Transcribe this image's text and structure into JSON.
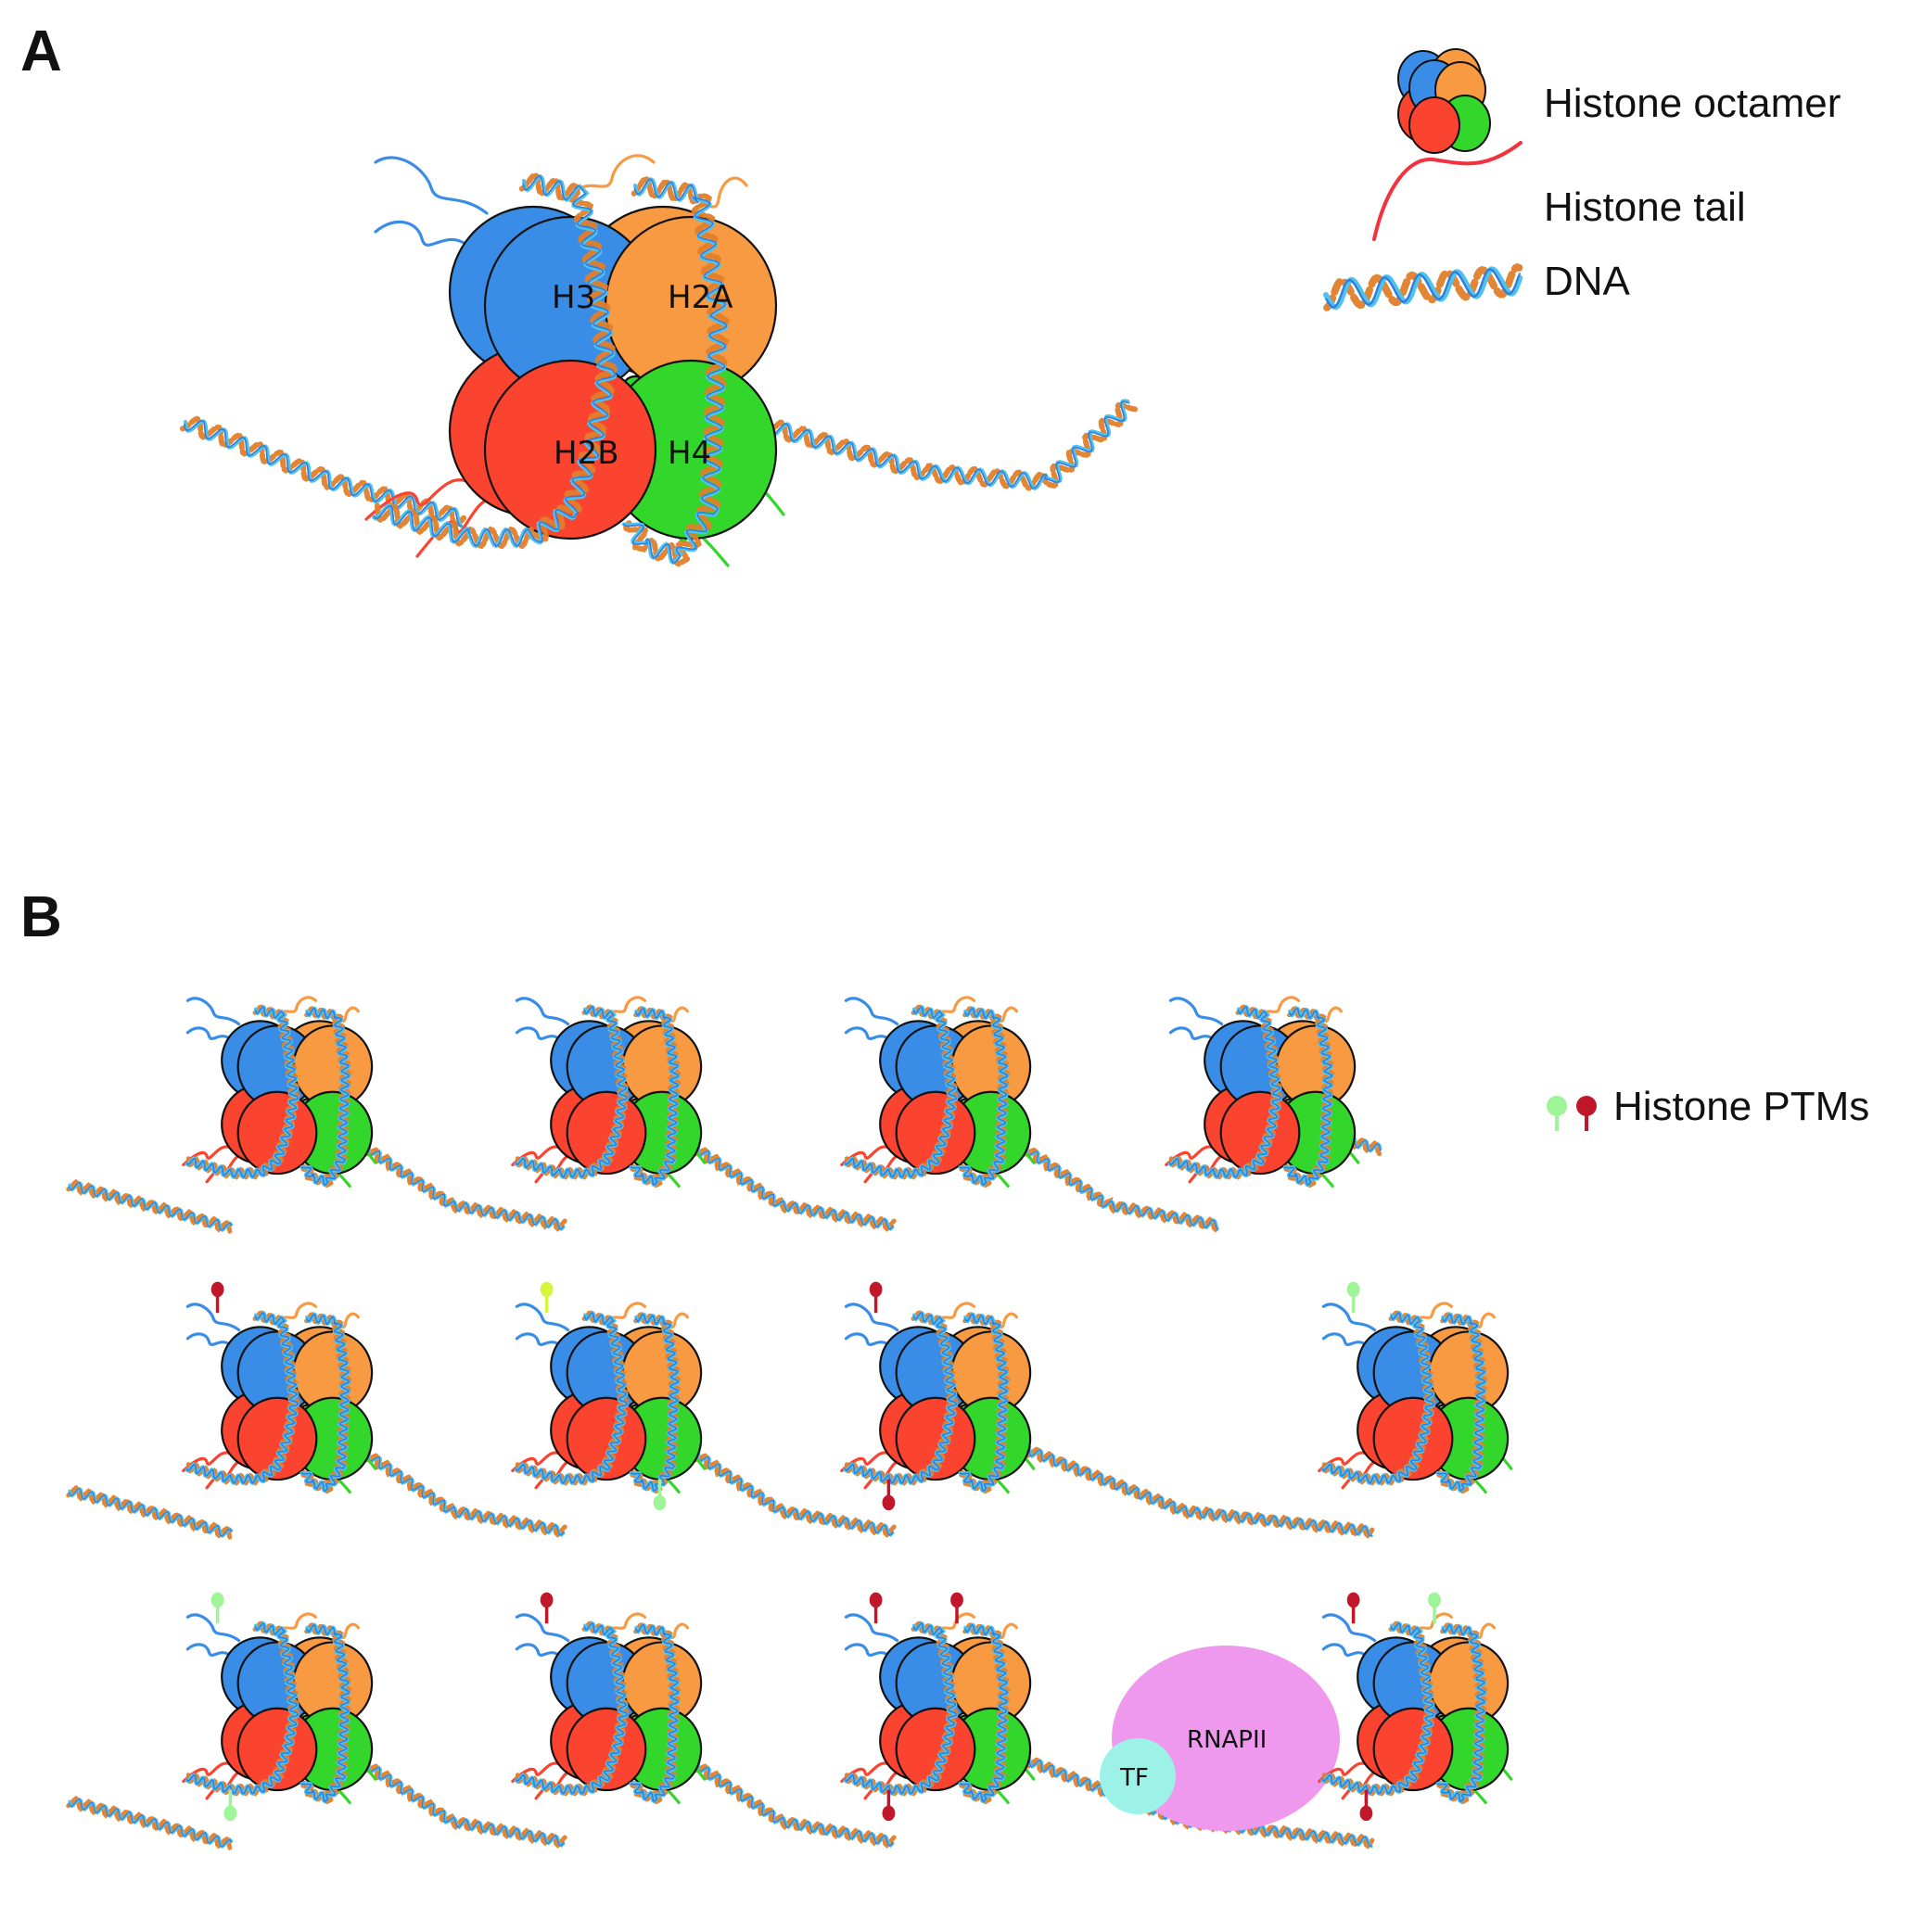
{
  "panels": {
    "a": {
      "letter": "A"
    },
    "b": {
      "letter": "B"
    }
  },
  "colors": {
    "h3": "#3a8de6",
    "h2a": "#f79a42",
    "h2b": "#fa4430",
    "h4": "#33d62a",
    "outline": "#111111",
    "dna_strand_a": "#4fc3ef",
    "dna_strand_b": "#e07e2a",
    "dna_backbone": "#2a5fd0",
    "tail_legend": "#f2333f",
    "ptm_green": "#9ef598",
    "ptm_red": "#c0182a",
    "ptm_yellow": "#d9f53a",
    "rnapii": "#ef99ee",
    "tf": "#9cf2e6"
  },
  "nucleosome_labels": {
    "h3": "H3",
    "h2a": "H2A",
    "h2b": "H2B",
    "h4": "H4"
  },
  "legend_a": [
    {
      "icon": "histone-octamer-icon",
      "label": "Histone octamer"
    },
    {
      "icon": "histone-tail-icon",
      "label": "Histone tail"
    },
    {
      "icon": "dna-icon",
      "label": "DNA"
    }
  ],
  "legend_b": {
    "icon": "histone-ptm-icon",
    "label": "Histone PTMs"
  },
  "panel_b_rows": [
    {
      "row": 1,
      "nucleosomes": [
        {
          "slot": 1,
          "ptms": []
        },
        {
          "slot": 2,
          "ptms": []
        },
        {
          "slot": 3,
          "ptms": []
        },
        {
          "slot": 4,
          "ptms": []
        }
      ]
    },
    {
      "row": 2,
      "nucleosomes": [
        {
          "slot": 1,
          "ptms": [
            {
              "tail": "h3-top",
              "color": "red"
            }
          ]
        },
        {
          "slot": 2,
          "ptms": [
            {
              "tail": "h3-top",
              "color": "yellow"
            },
            {
              "tail": "h4-bottom",
              "color": "green"
            }
          ]
        },
        {
          "slot": 3,
          "ptms": [
            {
              "tail": "h3-top",
              "color": "red"
            },
            {
              "tail": "h2b-bottom",
              "color": "red"
            }
          ]
        },
        {
          "slot": 5,
          "ptms": [
            {
              "tail": "h3-top",
              "color": "green"
            }
          ]
        }
      ]
    },
    {
      "row": 3,
      "nucleosomes": [
        {
          "slot": 1,
          "ptms": [
            {
              "tail": "h3-top",
              "color": "green"
            },
            {
              "tail": "h2b-bottom",
              "color": "green"
            }
          ]
        },
        {
          "slot": 2,
          "ptms": [
            {
              "tail": "h3-top",
              "color": "red"
            }
          ]
        },
        {
          "slot": 3,
          "ptms": [
            {
              "tail": "h3-top",
              "color": "red"
            },
            {
              "tail": "h2a-top",
              "color": "red"
            },
            {
              "tail": "h2b-bottom",
              "color": "red"
            }
          ]
        },
        {
          "slot": 5,
          "ptms": [
            {
              "tail": "h3-top",
              "color": "red"
            },
            {
              "tail": "h2a-top",
              "color": "green"
            },
            {
              "tail": "h2b-bottom",
              "color": "red"
            }
          ]
        }
      ],
      "complex": {
        "polymerase_label": "RNAPII",
        "factor_label": "TF"
      }
    }
  ]
}
